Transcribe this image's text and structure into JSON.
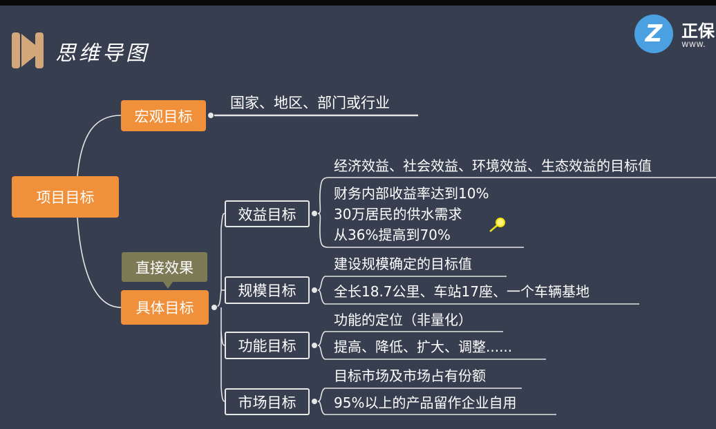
{
  "header": {
    "title": "思维导图",
    "brand_name": "正保",
    "brand_url": "www.",
    "brand_color": "#4aa0e0",
    "accent": "#f0903a"
  },
  "mindmap": {
    "root": "项目目标",
    "macro": {
      "label": "宏观目标",
      "items": [
        "国家、地区、部门或行业"
      ]
    },
    "specific": {
      "label": "具体目标",
      "callout": "直接效果",
      "children": [
        {
          "label": "效益目标",
          "heading": "经济效益、社会效益、环境效益、生态效益的目标值",
          "items": [
            "财务内部收益率达到10%",
            "30万居民的供水需求",
            "从36%提高到70%"
          ]
        },
        {
          "label": "规模目标",
          "heading": "建设规模确定的目标值",
          "items": [
            "全长18.7公里、车站17座、一个车辆基地"
          ]
        },
        {
          "label": "功能目标",
          "heading": "功能的定位（非量化）",
          "items": [
            "提高、降低、扩大、调整......"
          ]
        },
        {
          "label": "市场目标",
          "heading": "目标市场及市场占有份额",
          "items": [
            "95%以上的产品留作企业自用"
          ]
        }
      ]
    }
  }
}
